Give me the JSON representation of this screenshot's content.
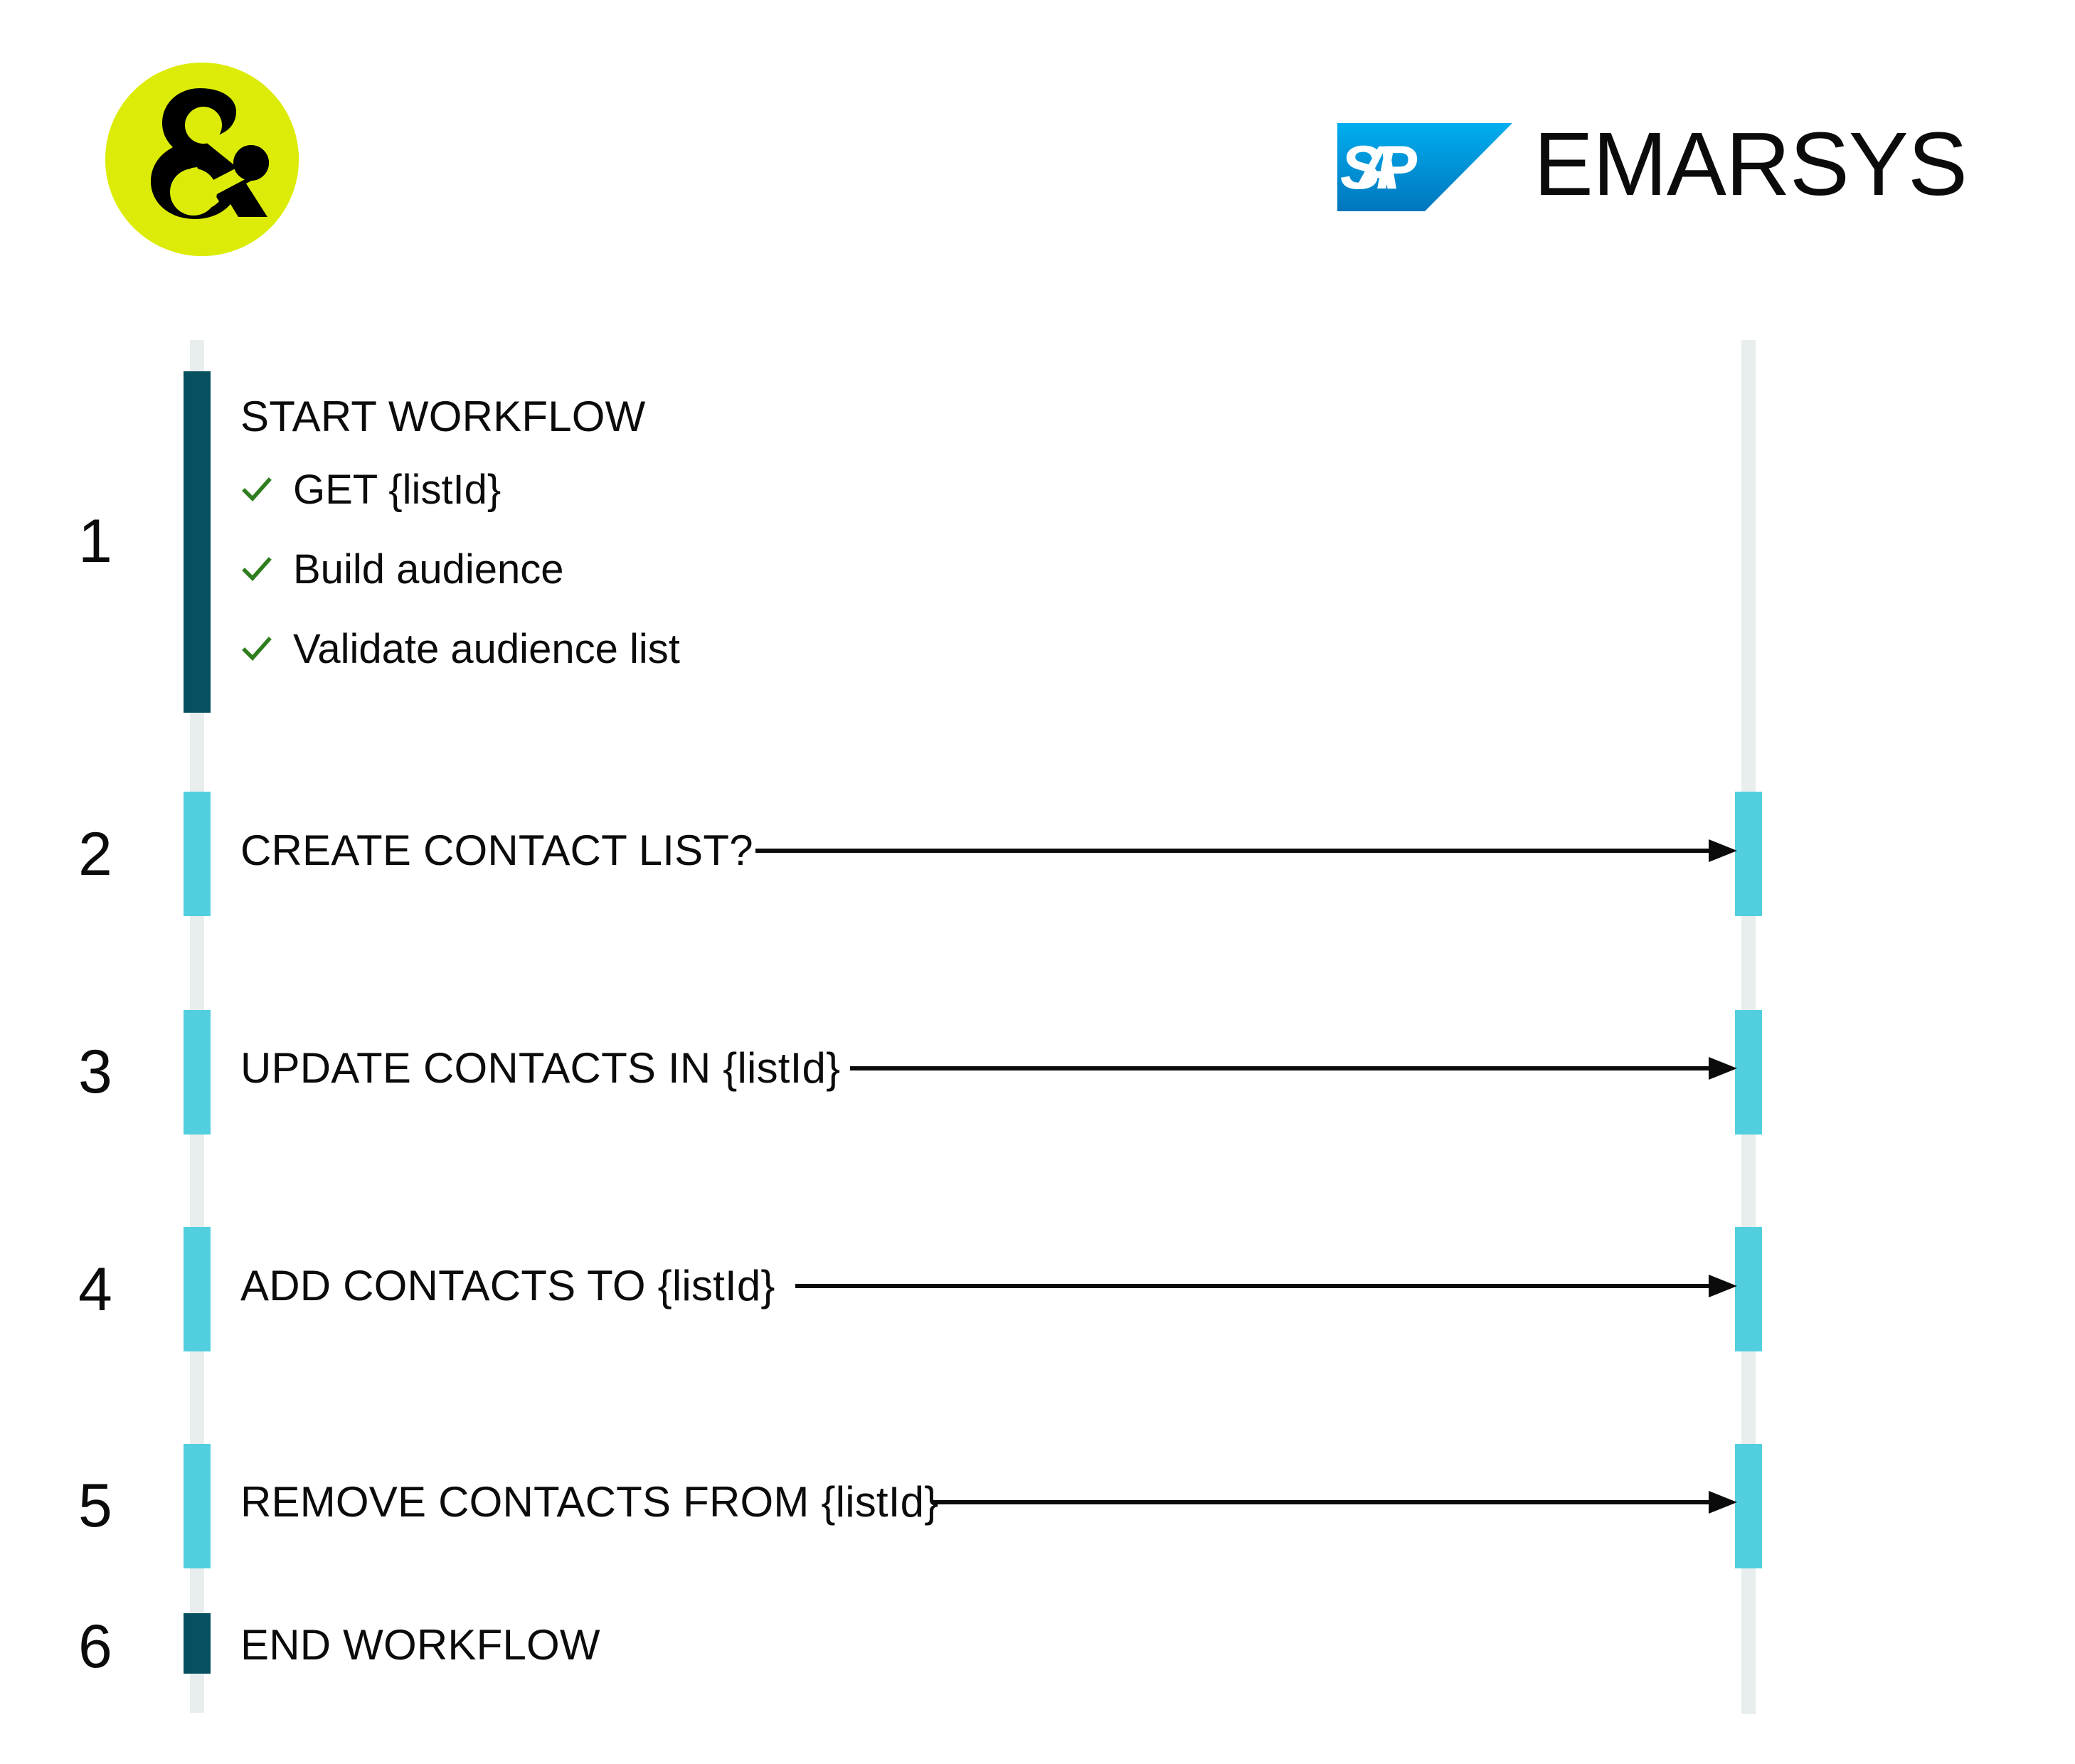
{
  "header": {
    "brand_logo": "ampersand-circle-logo",
    "brand_logo_color": "#dcec08",
    "partner_logo": "sap-emarsys-logo",
    "sap_label": "SAP",
    "sap_badge_color": "#0faaee",
    "emarsys_label": "EMARSYS"
  },
  "diagram": {
    "type": "sequence-diagram",
    "lifeline_color": "#e8edee",
    "activation_dark_color": "#07505f",
    "activation_cyan_color": "#52cfdf",
    "check_color": "#2e7d1e",
    "steps": [
      {
        "number": "1",
        "title": "START WORKFLOW",
        "activation": "dark",
        "has_arrow": false,
        "sub_items": [
          {
            "check": "check-icon",
            "label": "GET {listId}"
          },
          {
            "check": "check-icon",
            "label": "Build audience"
          },
          {
            "check": "check-icon",
            "label": "Validate audience list"
          }
        ]
      },
      {
        "number": "2",
        "title": "CREATE CONTACT LIST?",
        "activation": "cyan",
        "has_arrow": true,
        "sub_items": []
      },
      {
        "number": "3",
        "title": "UPDATE CONTACTS IN {listId}",
        "activation": "cyan",
        "has_arrow": true,
        "sub_items": []
      },
      {
        "number": "4",
        "title": "ADD CONTACTS TO {listId}",
        "activation": "cyan",
        "has_arrow": true,
        "sub_items": []
      },
      {
        "number": "5",
        "title": "REMOVE CONTACTS FROM {listId}",
        "activation": "cyan",
        "has_arrow": true,
        "sub_items": []
      },
      {
        "number": "6",
        "title": "END WORKFLOW",
        "activation": "dark",
        "has_arrow": false,
        "sub_items": []
      }
    ]
  }
}
